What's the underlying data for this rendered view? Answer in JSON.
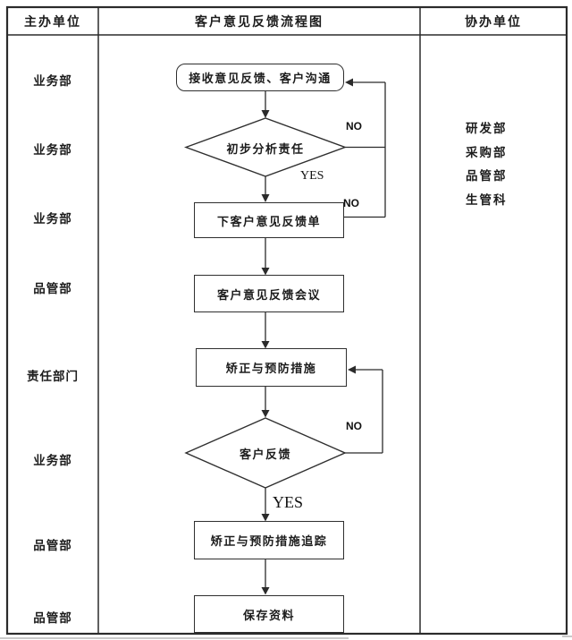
{
  "table": {
    "columns": [
      "主办单位",
      "客户意见反馈流程图",
      "协办单位"
    ]
  },
  "lanes": {
    "left": [
      "业务部",
      "业务部",
      "业务部",
      "品管部",
      "责任部门",
      "业务部",
      "品管部",
      "品管部"
    ],
    "right": [
      "研发部",
      "采购部",
      "品管部",
      "生管科"
    ]
  },
  "flow": {
    "nodes": [
      {
        "type": "terminator",
        "label": "接收意见反馈、客户沟通"
      },
      {
        "type": "decision",
        "label": "初步分析责任"
      },
      {
        "type": "process",
        "label": "下客户意见反馈单"
      },
      {
        "type": "process",
        "label": "客户意见反馈会议"
      },
      {
        "type": "process",
        "label": "矫正与预防措施"
      },
      {
        "type": "decision",
        "label": "客户反馈"
      },
      {
        "type": "process",
        "label": "矫正与预防措施追踪"
      },
      {
        "type": "process",
        "label": "保存资料"
      }
    ],
    "branch_labels": {
      "d1_no": "NO",
      "d1_yes": "YES",
      "p1_no": "NO",
      "d2_no": "NO",
      "d2_yes": "YES"
    }
  },
  "colors": {
    "line": "#2b2b2b",
    "text": "#1c1c1c",
    "background": "#ffffff"
  }
}
